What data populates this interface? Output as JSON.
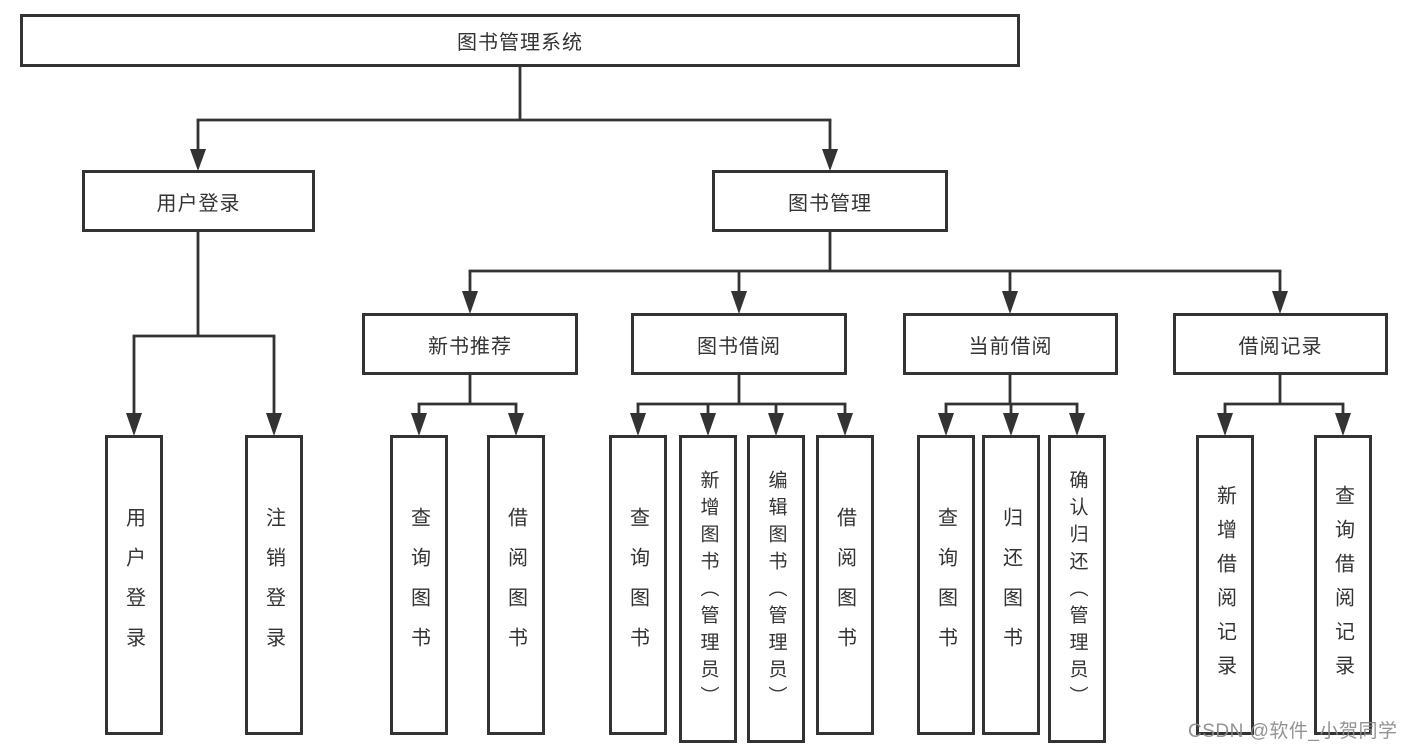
{
  "colors": {
    "background": "#ffffff",
    "border": "#333333",
    "text": "#333333",
    "watermark": "#8a8a8a"
  },
  "nodes": {
    "root": "图书管理系统",
    "user_login": "用户登录",
    "book_mgmt": "图书管理",
    "new_book_rec": "新书推荐",
    "book_borrow": "图书借阅",
    "current_borrow": "当前借阅",
    "borrow_record": "借阅记录",
    "leaf_user_login": "用户登录",
    "leaf_logout": "注销登录",
    "leaf_nb_query": "查询图书",
    "leaf_nb_borrow": "借阅图书",
    "leaf_bb_query": "查询图书",
    "leaf_bb_add": "新增图书（管理员）",
    "leaf_bb_edit": "编辑图书（管理员）",
    "leaf_bb_borrow": "借阅图书",
    "leaf_cb_query": "查询图书",
    "leaf_cb_return": "归还图书",
    "leaf_cb_confirm": "确认归还（管理员）",
    "leaf_br_add": "新增借阅记录",
    "leaf_br_query": "查询借阅记录"
  },
  "watermark": "CSDN @软件_小贺同学"
}
